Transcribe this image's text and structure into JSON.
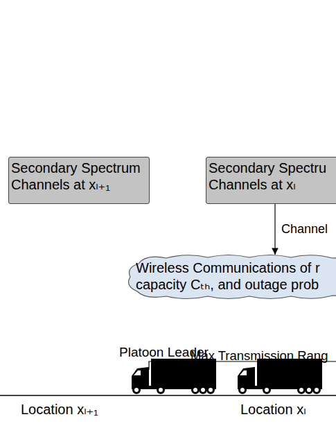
{
  "diagram": {
    "nodes": [
      {
        "text": [
          "Secondary Spectrum Channels at xₗ₊₁"
        ]
      },
      {
        "text": [
          "Secondary Spectru Channels at xₗ"
        ]
      },
      {
        "text": [
          "Wireless Communications of r capacity Cₜₕ, and outage prob"
        ]
      }
    ],
    "edges": [
      {
        "from": 1,
        "to": 2,
        "label": "Channel",
        "arrow": "to"
      }
    ],
    "labels": [
      "Max Transmission Rang",
      "Platoon Leader",
      "Location xₗ₊₁",
      "Location xₗ"
    ]
  }
}
